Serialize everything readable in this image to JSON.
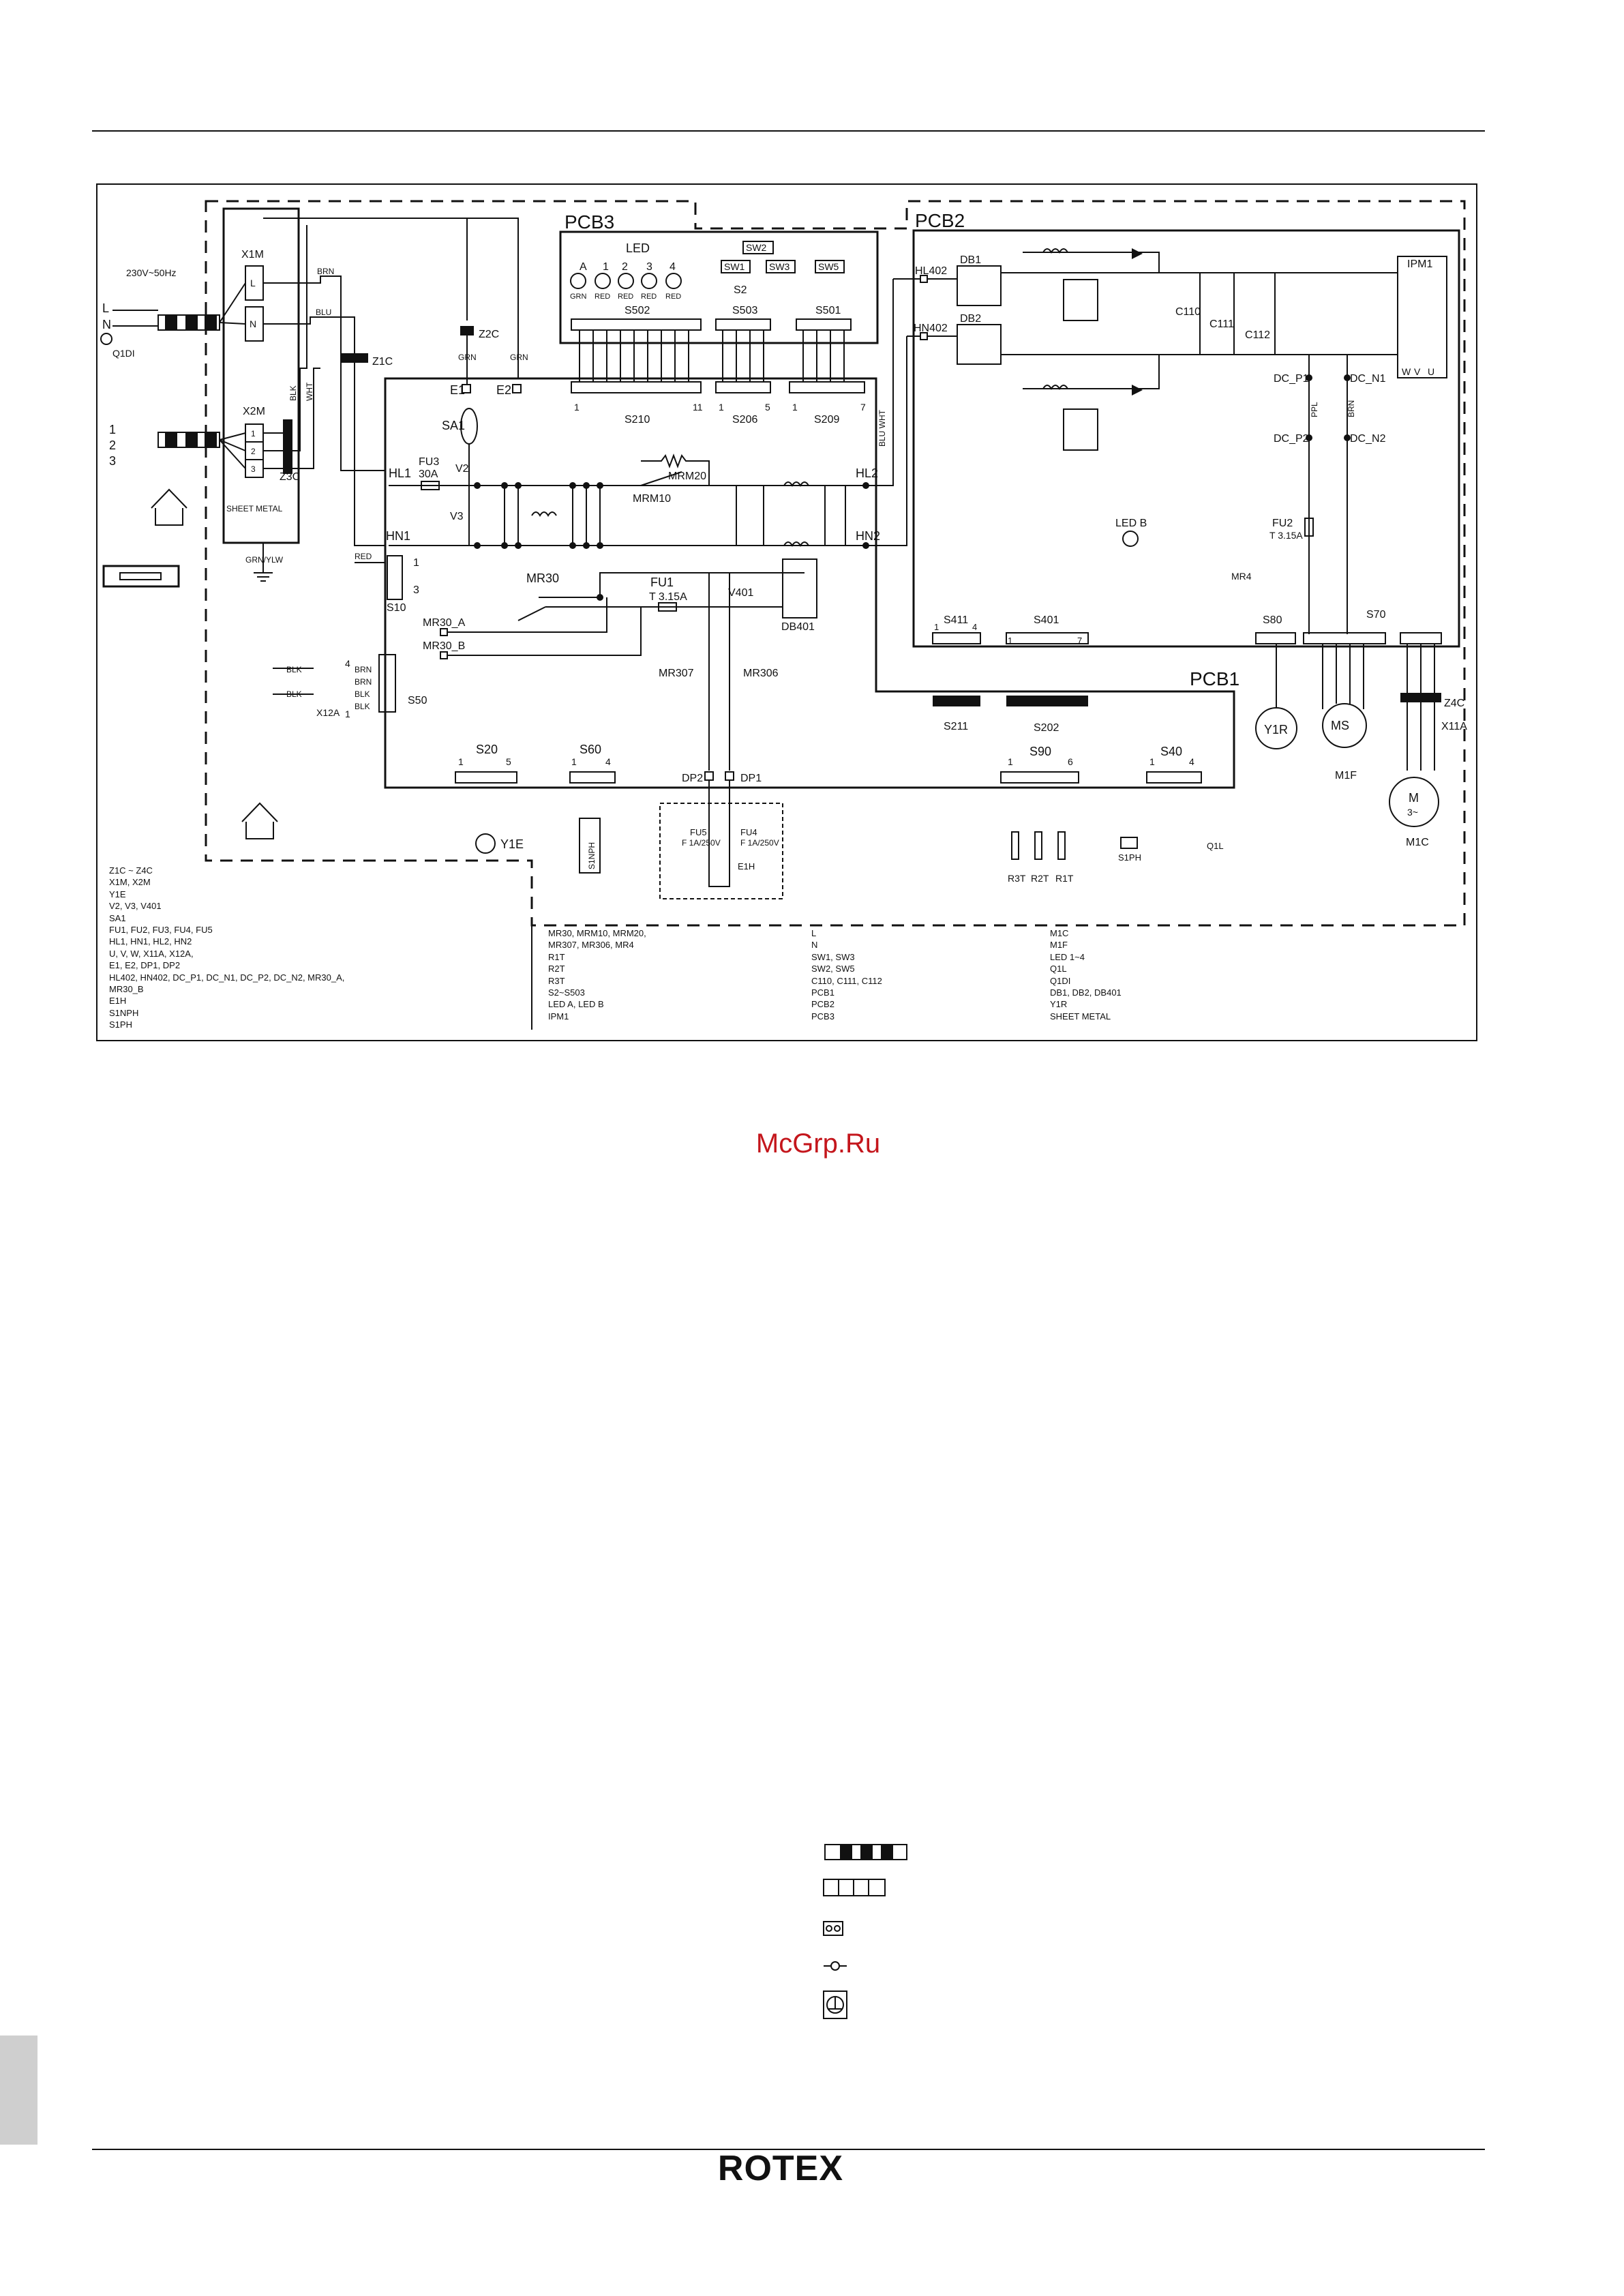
{
  "brand": "ROTEX",
  "watermark": "McGrp.Ru",
  "pcb_labels": {
    "pcb1": "PCB1",
    "pcb2": "PCB2",
    "pcb3": "PCB3"
  },
  "supply_label": "230V~50Hz",
  "components": {
    "x1m": "X1M",
    "x2m": "X2M",
    "sheet_metal": "SHEET METAL",
    "grn_ylw": "GRN/YLW",
    "q1di": "Q1DI",
    "z1c": "Z1C",
    "z2c": "Z2C",
    "z3c": "Z3C",
    "z4c": "Z4C",
    "e1": "E1",
    "e2": "E2",
    "sa1": "SA1",
    "fu3": "FU3",
    "fu3_rating": "30A",
    "v2": "V2",
    "v3": "V3",
    "hl1": "HL1",
    "hn1": "HN1",
    "hl2": "HL2",
    "hn2": "HN2",
    "mrm10": "MRM10",
    "mrm20": "MRM20",
    "mr30": "MR30",
    "mr30a": "MR30_A",
    "mr30b": "MR30_B",
    "fu1": "FU1",
    "fu1_rating": "T  3.15A",
    "v401": "V401",
    "db401": "DB401",
    "mr307": "MR307",
    "mr306": "MR306",
    "dp1": "DP1",
    "dp2": "DP2",
    "fu5": "FU5",
    "fu5_rating": "F  1A/250V",
    "fu4": "FU4",
    "fu4_rating": "F  1A/250V",
    "e1h": "E1H",
    "s10": "S10",
    "s50": "S50",
    "x12a": "X12A",
    "s20": "S20",
    "s60": "S60",
    "s90": "S90",
    "s40": "S40",
    "y1e": "Y1E",
    "s1nph": "S1NPH",
    "s1ph": "S1PH",
    "r1t": "R1T",
    "r2t": "R2T",
    "r3t": "R3T",
    "q1l": "Q1L",
    "led": "LED",
    "s502": "S502",
    "s503": "S503",
    "s501": "S501",
    "s2": "S2",
    "sw1": "SW1",
    "sw2": "SW2",
    "sw3": "SW3",
    "sw5": "SW5",
    "s210": "S210",
    "s206": "S206",
    "s209": "S209",
    "hl402": "HL402",
    "hn402": "HN402",
    "db1": "DB1",
    "db2": "DB2",
    "c110": "C110",
    "c111": "C111",
    "c112": "C112",
    "ipm1": "IPM1",
    "dc_p1": "DC_P1",
    "dc_n1": "DC_N1",
    "dc_p2": "DC_P2",
    "dc_n2": "DC_N2",
    "led_b": "LED B",
    "fu2": "FU2",
    "fu2_rating": "T  3.15A",
    "mr4": "MR4",
    "s411": "S411",
    "s401": "S401",
    "s211": "S211",
    "s202": "S202",
    "s80": "S80",
    "s70": "S70",
    "y1r": "Y1R",
    "m1f": "M1F",
    "ms": "MS",
    "m1c": "M1C",
    "m3": "M",
    "m3b": "3~",
    "x11a": "X11A",
    "uvw_u": "U",
    "uvw_v": "V",
    "uvw_w": "W",
    "ppl": "PPL",
    "blu_wht": "BLU WHT"
  },
  "led_labels": [
    "A",
    "1",
    "2",
    "3",
    "4"
  ],
  "led_colors": [
    "GRN",
    "RED",
    "RED",
    "RED",
    "RED"
  ],
  "wire_colors": {
    "brn": "BRN",
    "blu": "BLU",
    "grn": "GRN",
    "red": "RED",
    "blk": "BLK",
    "wht": "WHT",
    "ylw": "YLW"
  },
  "pin_numbers": {
    "one": "1",
    "two": "2",
    "three": "3",
    "four": "4",
    "five": "5",
    "six": "6",
    "seven": "7",
    "eleven": "11"
  },
  "legend_col1": [
    "Z1C ~ Z4C",
    "X1M, X2M",
    "Y1E",
    "V2, V3, V401",
    "SA1",
    "FU1, FU2, FU3, FU4, FU5",
    "HL1, HN1, HL2, HN2",
    "U, V, W, X11A, X12A,",
    "E1, E2, DP1, DP2",
    "HL402, HN402, DC_P1, DC_N1, DC_P2, DC_N2, MR30_A, MR30_B",
    "E1H",
    "S1NPH",
    "S1PH"
  ],
  "legend_col2": [
    "MR30, MRM10, MRM20,",
    "MR307, MR306, MR4",
    "R1T",
    "R2T",
    "R3T",
    "S2~S503",
    "LED A, LED B",
    "IPM1"
  ],
  "legend_col3": [
    "L",
    "N",
    "SW1, SW3",
    "SW2, SW5",
    "C110, C111, C112",
    "PCB1",
    "PCB2",
    "PCB3"
  ],
  "legend_col4": [
    "M1C",
    "M1F",
    "LED 1~4",
    "Q1L",
    "Q1DI",
    "DB1, DB2, DB401",
    "Y1R",
    "SHEET METAL"
  ],
  "legend_colon": ":"
}
